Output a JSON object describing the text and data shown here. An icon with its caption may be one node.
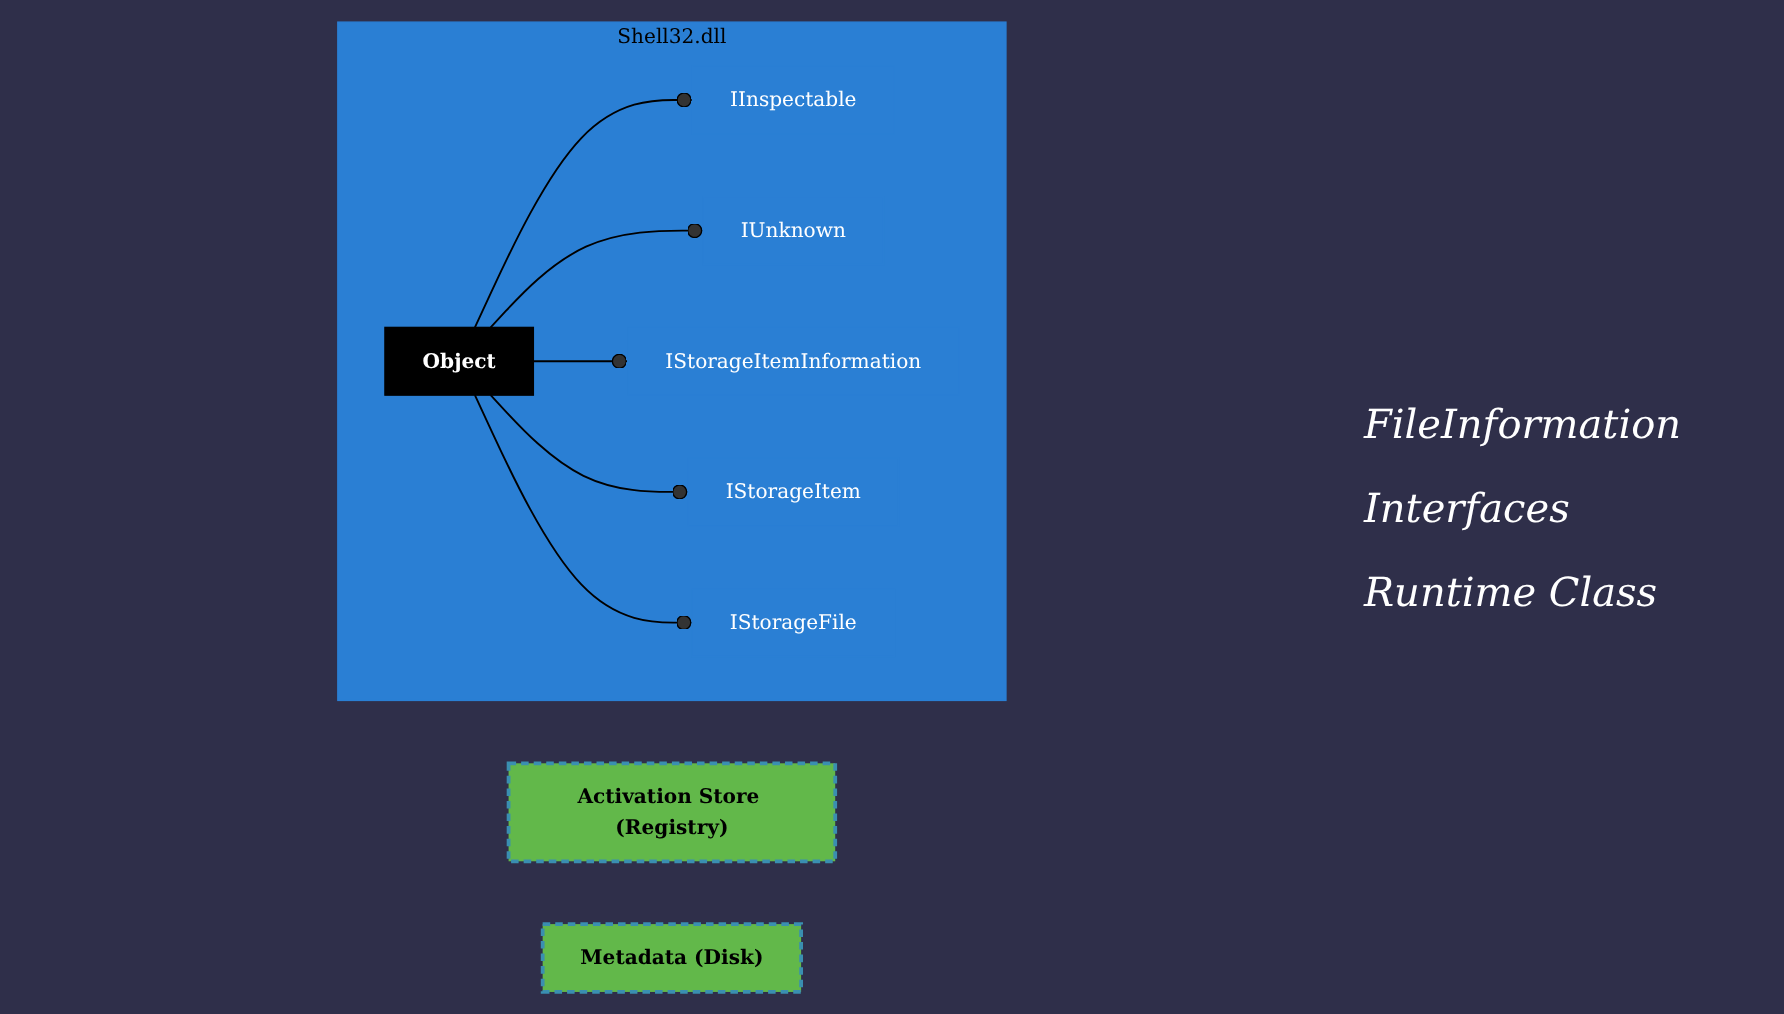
{
  "diagram": {
    "nodes": [
      {
        "text": [
          "Shell32.dll"
        ]
      },
      {
        "text": [
          "Object"
        ],
        "in": 0
      },
      {
        "text": [
          "IInspectable"
        ],
        "in": 0
      },
      {
        "text": [
          "IUnknown"
        ],
        "in": 0
      },
      {
        "text": [
          "IStorageItemInformation"
        ],
        "in": 0
      },
      {
        "text": [
          "IStorageItem"
        ],
        "in": 0
      },
      {
        "text": [
          "IStorageFile"
        ],
        "in": 0
      },
      {
        "text": [
          "Activation Store (Registry)"
        ]
      },
      {
        "text": [
          "Metadata (Disk)"
        ]
      }
    ],
    "edges": [
      {
        "from": 1,
        "to": 2,
        "arrow": "other"
      },
      {
        "from": 1,
        "to": 3,
        "arrow": "other"
      },
      {
        "from": 1,
        "to": 4,
        "arrow": "other"
      },
      {
        "from": 1,
        "to": 5,
        "arrow": "other"
      },
      {
        "from": 1,
        "to": 6,
        "arrow": "other"
      }
    ],
    "labels": [
      "FileInformation",
      "Interfaces",
      "Runtime Class"
    ]
  }
}
